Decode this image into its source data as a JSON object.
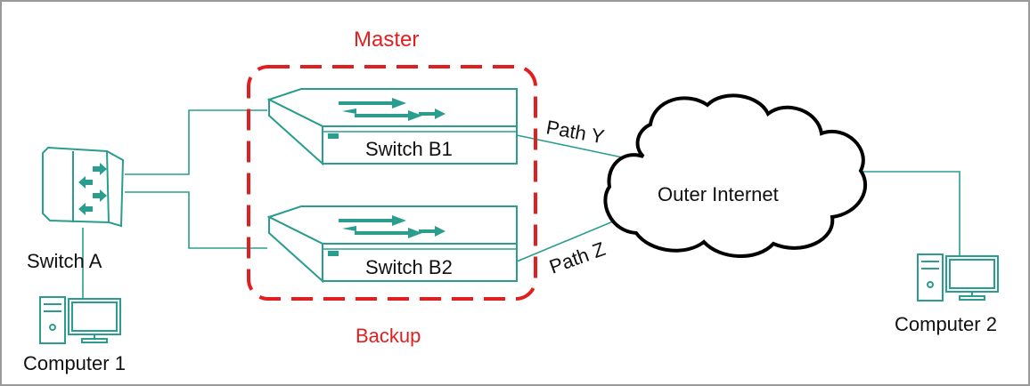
{
  "labels": {
    "master": "Master",
    "backup": "Backup",
    "switch_a": "Switch A",
    "switch_b1": "Switch B1",
    "switch_b2": "Switch B2",
    "path_y": "Path Y",
    "path_z": "Path Z",
    "cloud": "Outer Internet",
    "computer_1": "Computer 1",
    "computer_2": "Computer 2"
  },
  "colors": {
    "teal": "#2a9d8f",
    "group_border": "#e02020",
    "label_red": "#e02020",
    "text": "#111111",
    "frame": "#9a9a9a"
  },
  "icons": {
    "switch_a": "tower-switch-icon",
    "switch_b": "rack-switch-icon",
    "cloud": "cloud-icon",
    "computer": "desktop-computer-icon"
  }
}
